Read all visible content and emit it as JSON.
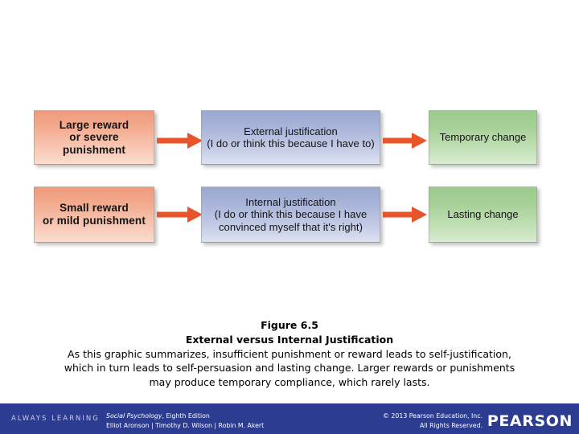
{
  "figure": {
    "type": "flow-diagram",
    "rows": [
      {
        "id": "row-temporary",
        "cause": "Large reward\nor severe punishment",
        "cause_line1": "Large reward",
        "cause_line2": "or severe punishment",
        "mediator_line1": "External justification",
        "mediator_line2": "(I do or think this because I have to)",
        "mediator_line3": "",
        "outcome": "Temporary change"
      },
      {
        "id": "row-lasting",
        "cause_line1": "Small reward",
        "cause_line2": "or mild punishment",
        "mediator_line1": "Internal justification",
        "mediator_line2": "(I do or think this because I have",
        "mediator_line3": "convinced myself that it's right)",
        "outcome": "Lasting change"
      }
    ],
    "colors": {
      "cause_box": "#f3a98d",
      "mediator_box": "#a8b4d8",
      "outcome_box": "#a7d198",
      "arrow": "#e8552a",
      "footer_bar": "#2c3c90"
    }
  },
  "caption": {
    "figure_number": "Figure 6.5",
    "figure_title": "External versus Internal Justification",
    "body_line1": "As this graphic summarizes, insufficient punishment or reward leads to self-justification,",
    "body_line2": "which in turn leads to self-persuasion and lasting change. Larger rewards or punishments",
    "body_line3": "may produce temporary compliance, which rarely lasts."
  },
  "footer": {
    "tagline": "ALWAYS LEARNING",
    "book_title": "Social Psychology",
    "book_edition": ", Eighth Edition",
    "book_authors": "Elliot Aronson | Timothy D. Wilson | Robin M. Akert",
    "copyright_line1": "© 2013 Pearson Education, Inc.",
    "copyright_line2": "All Rights Reserved.",
    "brand": "PEARSON"
  }
}
